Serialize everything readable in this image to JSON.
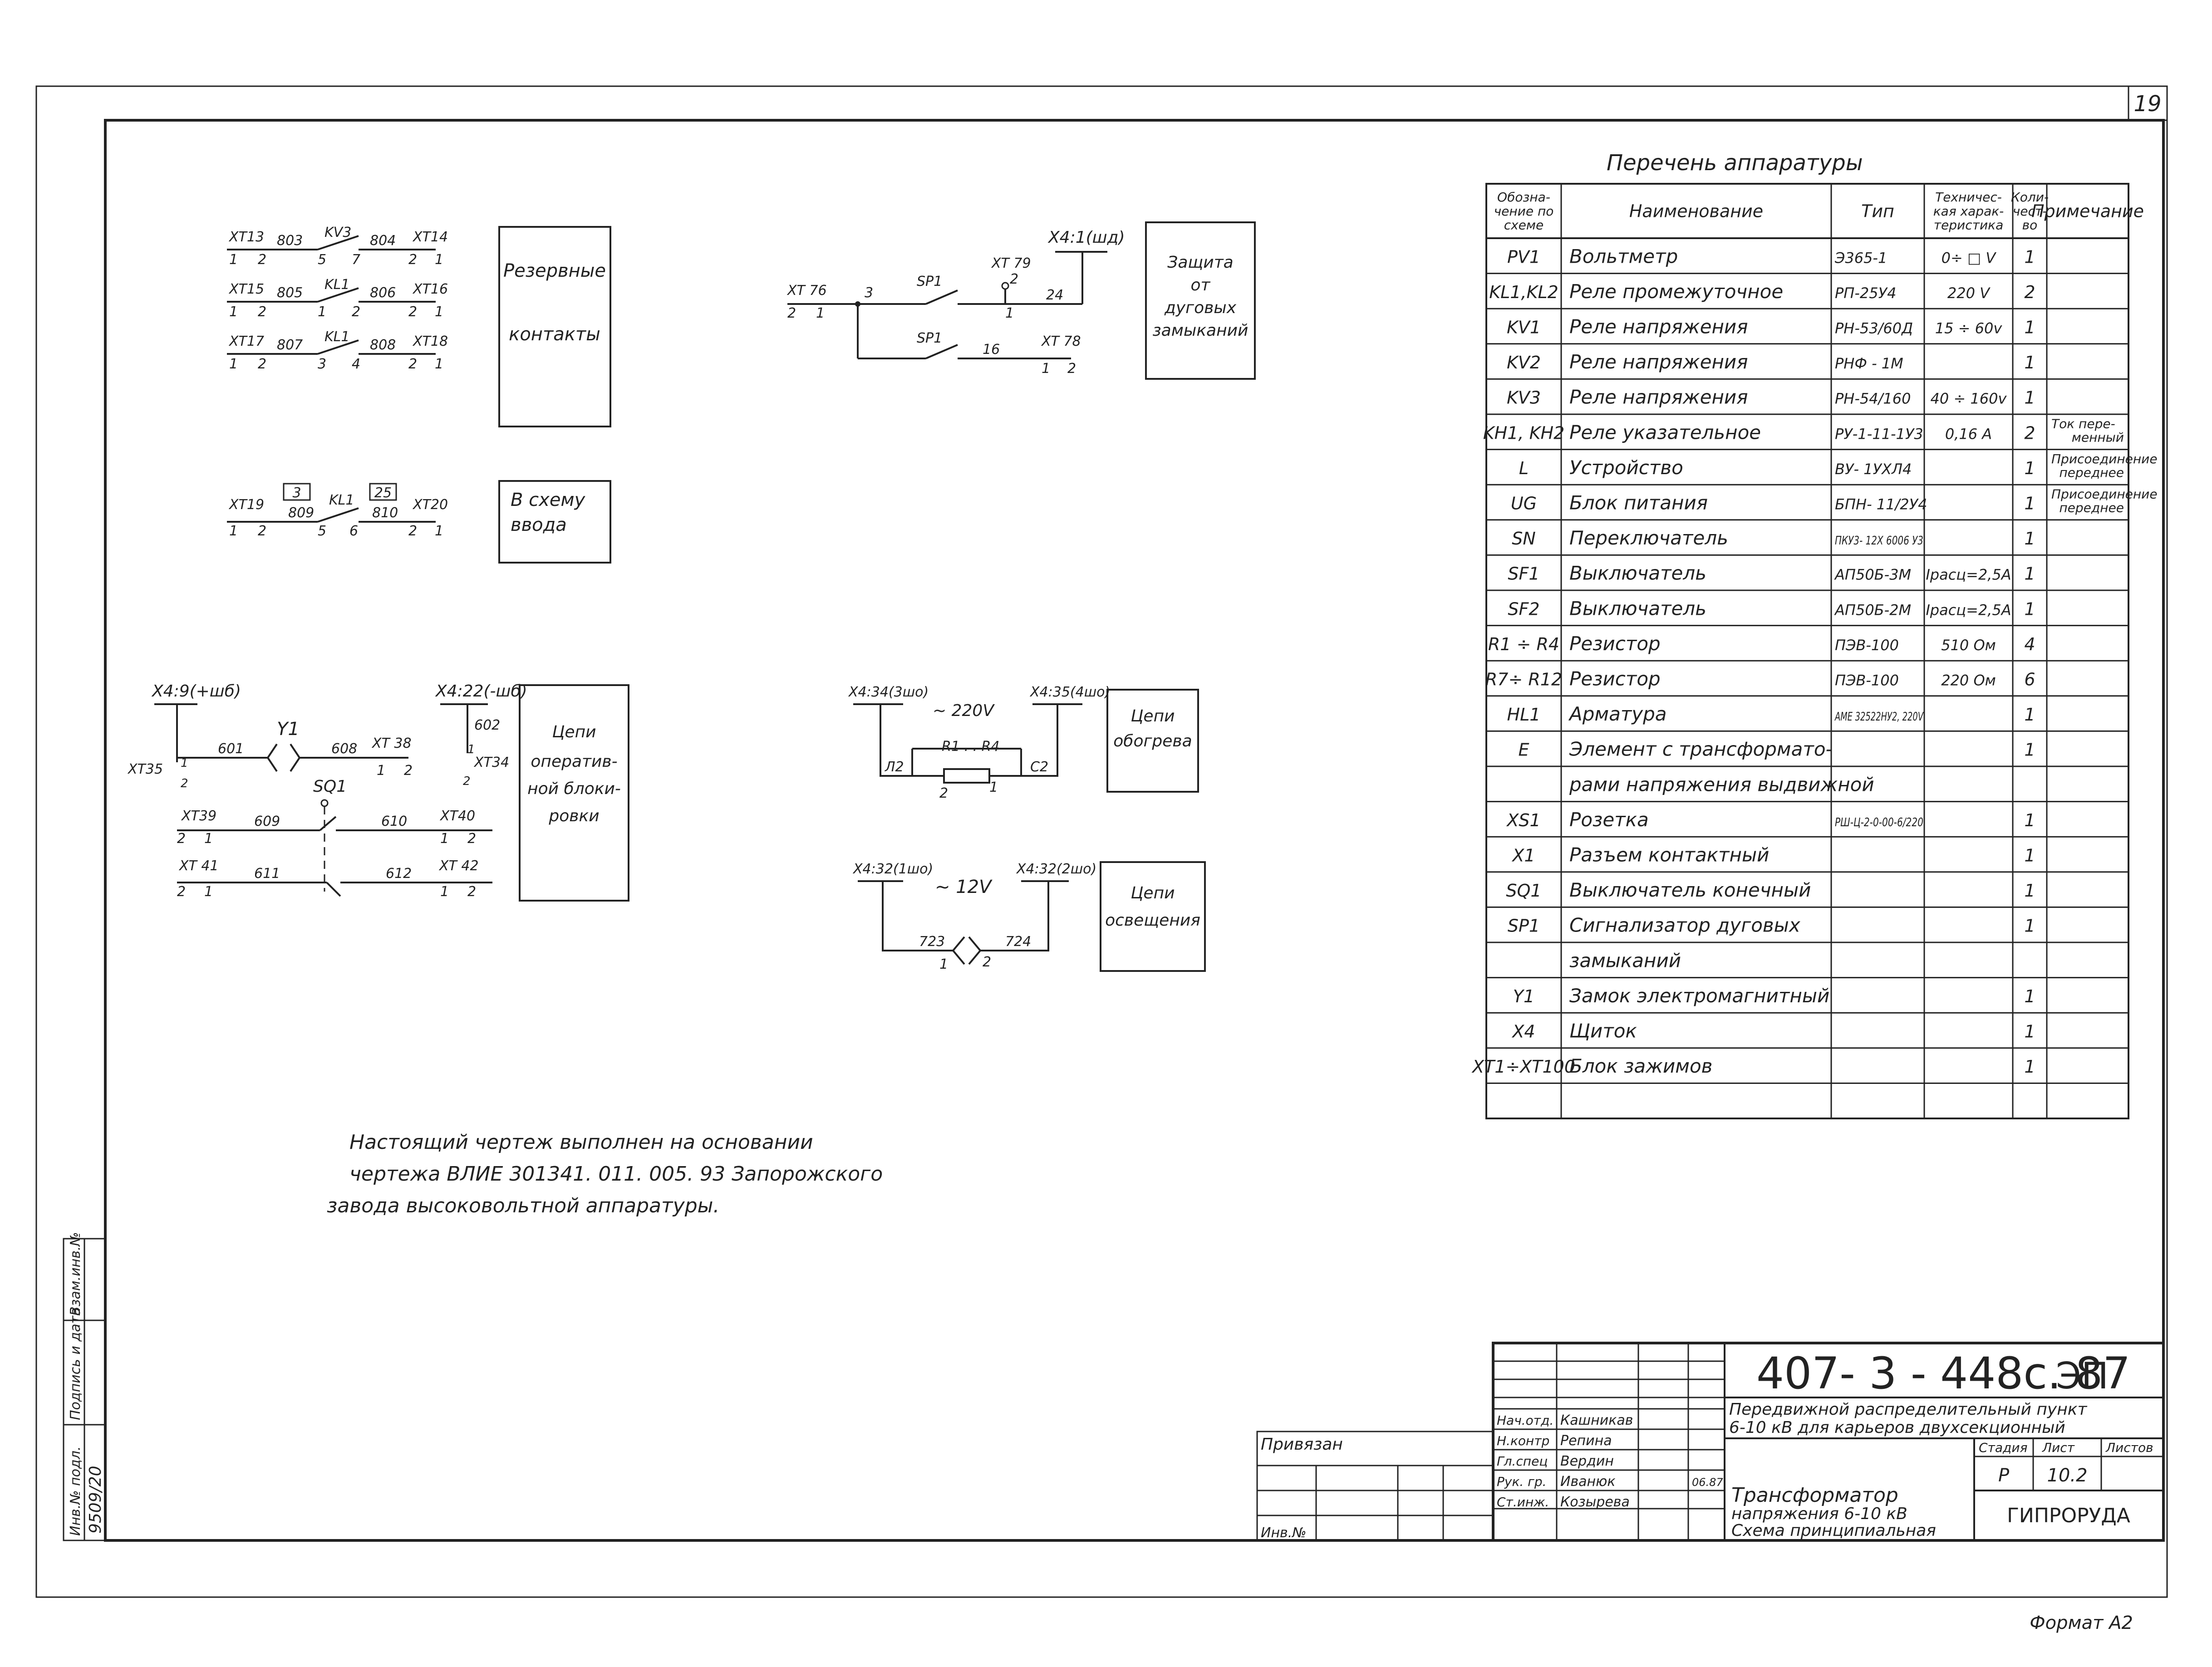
{
  "sheet": {
    "page_number": "19",
    "format": "Формат А2"
  },
  "schemes": {
    "reserve": {
      "rows": [
        {
          "tl": "ХТ13",
          "tln": [
            "1",
            "2"
          ],
          "w1": "803",
          "dev": "KV3",
          "c1": "5",
          "c2": "7",
          "w2": "804",
          "tr": "ХТ14",
          "trn": [
            "2",
            "1"
          ]
        },
        {
          "tl": "ХТ15",
          "tln": [
            "1",
            "2"
          ],
          "w1": "805",
          "dev": "KL1",
          "c1": "1",
          "c2": "2",
          "w2": "806",
          "tr": "ХТ16",
          "trn": [
            "2",
            "1"
          ]
        },
        {
          "tl": "ХТ17",
          "tln": [
            "1",
            "2"
          ],
          "w1": "807",
          "dev": "KL1",
          "c1": "3",
          "c2": "4",
          "w2": "808",
          "tr": "ХТ18",
          "trn": [
            "2",
            "1"
          ]
        }
      ],
      "box": [
        "Резервные",
        "контакты"
      ]
    },
    "input": {
      "tl": "ХТ19",
      "tln": [
        "1",
        "2"
      ],
      "box1": "3",
      "w1": "809",
      "dev": "KL1",
      "c1": "5",
      "c2": "6",
      "box2": "25",
      "w2": "810",
      "tr": "ХТ20",
      "trn": [
        "2",
        "1"
      ],
      "box": [
        "В схему",
        "ввода"
      ]
    },
    "arc": {
      "xt76": "ХТ 76",
      "n76": [
        "2",
        "1"
      ],
      "n3": "3",
      "sp1a": "SP1",
      "sp1b": "SP1",
      "xt79": "ХТ 79",
      "n79a": "2",
      "n79b": "1",
      "w24": "24",
      "x4": "Х4:1(шд)",
      "w16": "16",
      "xt78": "ХТ 78",
      "n78": [
        "1",
        "2"
      ],
      "box": [
        "Защита",
        "от",
        "дуговых",
        "замыканий"
      ]
    },
    "lock": {
      "x4a": "Х4:9(+шб)",
      "x4b": "Х4:22(-шб)",
      "y1": "Y1",
      "w601": "601",
      "w608": "608",
      "xt38": "ХТ 38",
      "n38": [
        "1",
        "2"
      ],
      "w602": "602",
      "xt34": "ХТ34",
      "n34": [
        "1",
        "2"
      ],
      "xt35": "ХТ35",
      "n35": [
        "1",
        "2"
      ],
      "sq1": "SQ1",
      "xt39": "ХТ39",
      "n39": [
        "2",
        "1"
      ],
      "w609": "609",
      "w610": "610",
      "xt40": "ХТ40",
      "n40": [
        "1",
        "2"
      ],
      "xt41": "ХТ 41",
      "n41": [
        "2",
        "1"
      ],
      "w611": "611",
      "w612": "612",
      "xt42": "ХТ 42",
      "n42": [
        "1",
        "2"
      ],
      "box": [
        "Цепи",
        "оператив-",
        "ной блоки-",
        "ровки"
      ]
    },
    "heat": {
      "x4a": "Х4:34(3шо)",
      "x4b": "Х4:35(4шо)",
      "volt": "~ 220V",
      "res": "R1 . . R4",
      "l2": "Л2",
      "c2": "С2",
      "n2": "2",
      "n1": "1",
      "box": [
        "Цепи",
        "обогрева"
      ]
    },
    "light": {
      "x4a": "Х4:32(1шо)",
      "x4b": "Х4:32(2шо)",
      "volt": "~ 12V",
      "w723": "723",
      "w724": "724",
      "n1": "1",
      "n2": "2",
      "box": [
        "Цепи",
        "освещения"
      ]
    }
  },
  "note": [
    "Настоящий чертеж выполнен на основании",
    "чертежа ВЛИЕ 301341. 011. 005. 93 Запорожского",
    "завода высоковольтной аппаратуры."
  ],
  "table": {
    "title": "Перечень аппаратуры",
    "headers": [
      [
        "Обозна-",
        "чение по",
        "схеме"
      ],
      [
        "Наименование"
      ],
      [
        "Тип"
      ],
      [
        "Техничес-",
        "кая харак-",
        "теристика"
      ],
      [
        "Коли-",
        "чест-",
        "во"
      ],
      [
        "Примечание"
      ]
    ],
    "rows": [
      [
        "PV1",
        "Вольтметр",
        "Э365-1",
        "0÷ □ V",
        "1",
        ""
      ],
      [
        "KL1,KL2",
        "Реле промежуточное",
        "РП-25У4",
        "220 V",
        "2",
        ""
      ],
      [
        "KV1",
        "Реле напряжения",
        "РН-53/60Д",
        "15 ÷ 60v",
        "1",
        ""
      ],
      [
        "KV2",
        "Реле напряжения",
        "РНФ - 1М",
        "",
        "1",
        ""
      ],
      [
        "KV3",
        "Реле напряжения",
        "РН-54/160",
        "40 ÷ 160v",
        "1",
        ""
      ],
      [
        "KH1, KH2",
        "Реле указательное",
        "РУ-1-11-1У3",
        "0,16 А",
        "2",
        "Ток пере-|менный"
      ],
      [
        "L",
        "Устройство",
        "ВУ- 1УХЛ4",
        "",
        "1",
        "Присоединение|переднее"
      ],
      [
        "UG",
        "Блок питания",
        "БПН- 11/2У4",
        "",
        "1",
        "Присоединение|переднее"
      ],
      [
        "SN",
        "Переключатель",
        "ПКУ3- 12Х 6006 У3",
        "",
        "1",
        ""
      ],
      [
        "SF1",
        "Выключатель",
        "АП50Б-3М",
        "Iрасц=2,5А",
        "1",
        ""
      ],
      [
        "SF2",
        "Выключатель",
        "АП50Б-2М",
        "Iрасц=2,5А",
        "1",
        ""
      ],
      [
        "R1 ÷ R4",
        "Резистор",
        "ПЭВ-100",
        "510 Ом",
        "4",
        ""
      ],
      [
        "R7÷ R12",
        "Резистор",
        "ПЭВ-100",
        "220 Ом",
        "6",
        ""
      ],
      [
        "HL1",
        "Арматура",
        "АМЕ 32522НУ2, 220V",
        "",
        "1",
        ""
      ],
      [
        "E",
        "Элемент с трансформато-",
        "",
        "",
        "1",
        ""
      ],
      [
        "",
        "рами напряжения выдвижной",
        "",
        "",
        "",
        ""
      ],
      [
        "XS1",
        "Розетка",
        "РШ-Ц-2-0-00-6/220",
        "",
        "1",
        ""
      ],
      [
        "X1",
        "Разъем контактный",
        "",
        "",
        "1",
        ""
      ],
      [
        "SQ1",
        "Выключатель конечный",
        "",
        "",
        "1",
        ""
      ],
      [
        "SP1",
        "Сигнализатор дуговых",
        "",
        "",
        "1",
        ""
      ],
      [
        "",
        "замыканий",
        "",
        "",
        "",
        ""
      ],
      [
        "Y1",
        "Замок электромагнитный",
        "",
        "",
        "1",
        ""
      ],
      [
        "X4",
        "Щиток",
        "",
        "",
        "1",
        ""
      ],
      [
        "ХТ1÷ХТ100",
        "Блок зажимов",
        "",
        "",
        "1",
        ""
      ],
      [
        "",
        "",
        "",
        "",
        "",
        ""
      ]
    ]
  },
  "side_stamp": {
    "labels": [
      "Взам.инв.№",
      "Подпись и дата",
      "Инв.№ подл."
    ],
    "inv_value": "9509/20"
  },
  "title_block": {
    "doc_code": "407- 3 - 448с. 87",
    "doc_mark": "ЭП",
    "project": [
      "Передвижной распределительный пункт",
      "6-10 кВ для карьеров двухсекционный"
    ],
    "privyazan": "Привязан",
    "inv_label": "Инв.№",
    "roles": [
      "Нач.отд.",
      "Н.контр",
      "Гл.спец",
      "Рук. гр.",
      "Ст.инж."
    ],
    "names": [
      "Кашникав",
      "Репина",
      "Вердин",
      "Иванюк",
      "Козырева"
    ],
    "date": "06.87",
    "stage_h": "Стадия",
    "sheet_h": "Лист",
    "sheets_h": "Листов",
    "stage": "Р",
    "sheet_no": "10.2",
    "drawing": [
      "Трансформатор",
      "напряжения 6-10 кВ",
      "Схема принципиальная"
    ],
    "org": "ГИПРОРУДА"
  }
}
